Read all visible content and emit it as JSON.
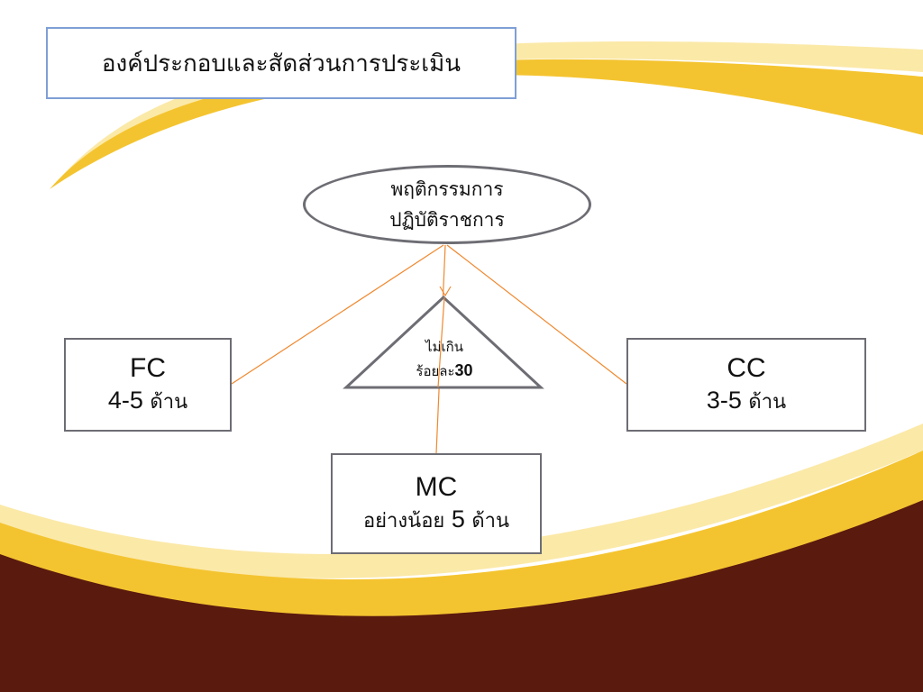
{
  "title": "องค์ประกอบและสัดส่วนการประเมิน",
  "center_node": {
    "line1": "พฤติกรรมการ",
    "line2": "ปฏิบัติราชการ"
  },
  "triangle": {
    "line1": "ไม่เกิน",
    "line2_prefix": "ร้อยละ",
    "line2_value": "30"
  },
  "nodes": {
    "fc": {
      "code": "FC",
      "range": "4-5",
      "unit": "ด้าน"
    },
    "cc": {
      "code": "CC",
      "range": "3-5",
      "unit": "ด้าน"
    },
    "mc": {
      "code": "MC",
      "prefix": "อย่างน้อย",
      "range": "5",
      "unit": "ด้าน"
    }
  },
  "colors": {
    "connector": "#f0882e",
    "node_border": "#6d6d74",
    "title_border": "#7f9fd6",
    "swoosh_yellow": "#f4c430",
    "swoosh_light": "#fbe9a8",
    "footer_brown": "#5a1a0e"
  }
}
